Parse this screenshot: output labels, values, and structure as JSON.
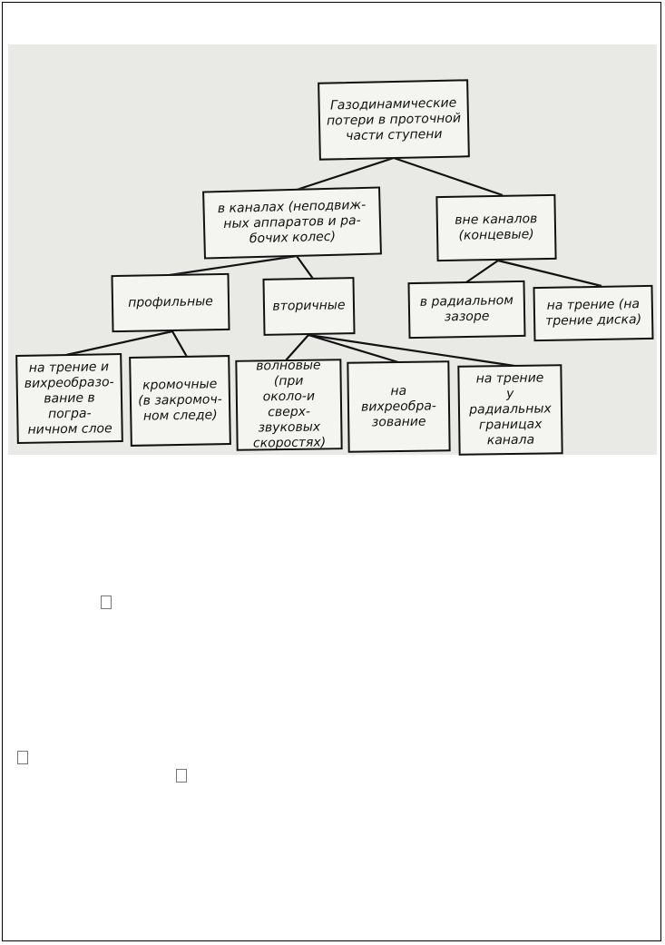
{
  "diagram": {
    "root": "Газодинамические\nпотери в проточной\nчасти ступени",
    "in_channels": "в каналах (неподвиж-\nных аппаратов и ра-\nбочих колес)",
    "outside_channels": "вне каналов\n(концевые)",
    "profile": "профильные",
    "secondary": "вторичные",
    "radial_gap": "в радиальном\nзазоре",
    "disk_friction": "на трение (на\nтрение диска)",
    "friction_vortex": "на трение и\nвихреобразо-\nвание в погра-\nничном слое",
    "edge": "кромочные\n(в закромоч-\nном следе)",
    "wave": "волновые (при\nоколо-и сверх-\nзвуковых\nскоростях)",
    "vortex_formation": "на вихреобра-\nзование",
    "friction_radial": "на трение\nу радиальных\nграницах\nканала"
  }
}
